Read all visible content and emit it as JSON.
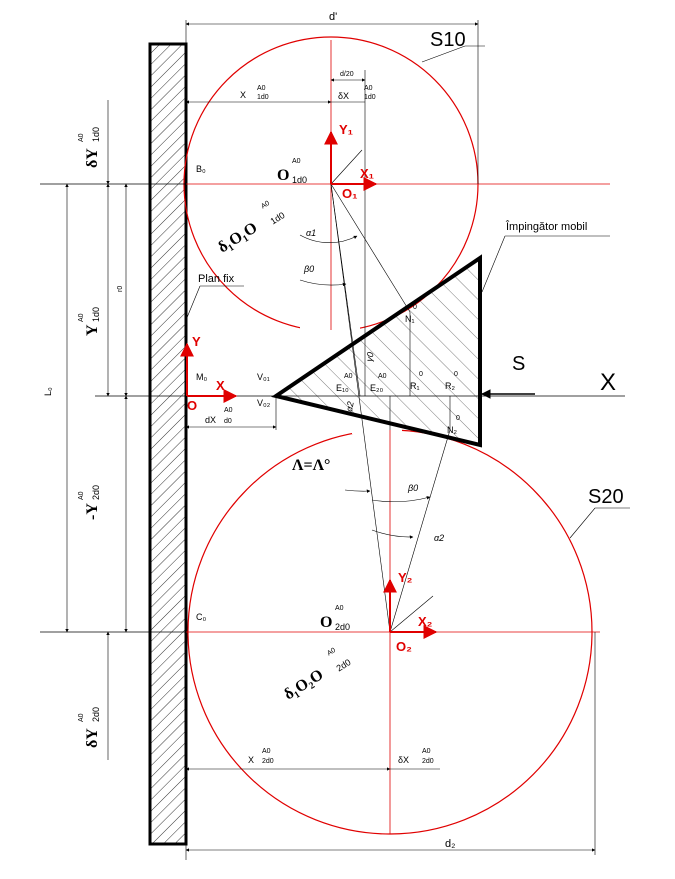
{
  "colors": {
    "red": "#e00000",
    "black": "#000000"
  },
  "dimensions": {
    "d_top": "d'",
    "d_bottom": "d₂",
    "x1_top": "X",
    "x1_top_sup": "A0",
    "x1_top_sub": "1d0",
    "dx1_top": "δX",
    "dx1_top_sup": "A0",
    "dx1_top_sub": "1d0",
    "dy1": "δY",
    "dy1_sup": "A0",
    "dy1_sub": "1d0",
    "y1": "Y",
    "y1_sup": "A0",
    "y1_sub": "1d0",
    "l0": "L₀",
    "y2": "-Y",
    "y2_sup": "A0",
    "y2_sub": "2d0",
    "dy2": "δY",
    "dy2_sup": "A0",
    "dy2_sub": "2d0",
    "x2": "X",
    "x2_sup": "A0",
    "x2_sub": "2d0",
    "dx2": "δX",
    "dx2_sup": "A0",
    "dx2_sub": "2d0",
    "dx_v": "dX",
    "dx_v_sup": "A0",
    "dx_v_sub": "d0",
    "small_top": "d/20",
    "small_vert": "r0"
  },
  "labels": {
    "s10": "S10",
    "s20": "S20",
    "impingator": "Împingător mobil",
    "plan_fix": "Plan fix",
    "force_s": "S",
    "axis_x_big": "X",
    "o1d0": "O",
    "o1d0_sup": "A0",
    "o1d0_sub": "1d0",
    "o2d0": "O",
    "o2d0_sup": "A0",
    "o2d0_sub": "2d0",
    "delta_o1": "δ₁O₁O",
    "delta_o1_sup": "A0",
    "delta_o1_sub": "1d0",
    "delta_o2": "δ₁O₂O",
    "delta_o2_sup": "A0",
    "delta_o2_sub": "2d0",
    "lambda": "Λ=Λ°",
    "b0": "B₀",
    "c0": "C₀",
    "m0": "M₀",
    "v01": "V₀₁",
    "v02": "V₀₂",
    "n1": "N₁",
    "n1_sup": "0",
    "n2": "N₂",
    "n2_sup": "0",
    "e10": "E₁₀",
    "e10_sup": "A0",
    "e20": "E₂₀",
    "e20_sup": "A0",
    "r1": "R₁",
    "r1_sup": "0",
    "r2": "R₂",
    "r2_sup": "0",
    "alpha1": "α1",
    "beta0_top": "β0",
    "beta0_bottom": "β0",
    "alpha2_bottom": "α2",
    "alpha2_mid": "α2",
    "gamma0": "γ0"
  },
  "axes": {
    "x1": "X₁",
    "y1": "Y₁",
    "o1": "O₁",
    "x2": "X₂",
    "y2": "Y₂",
    "o2": "O₂",
    "x": "X",
    "y": "Y",
    "o": "O"
  }
}
